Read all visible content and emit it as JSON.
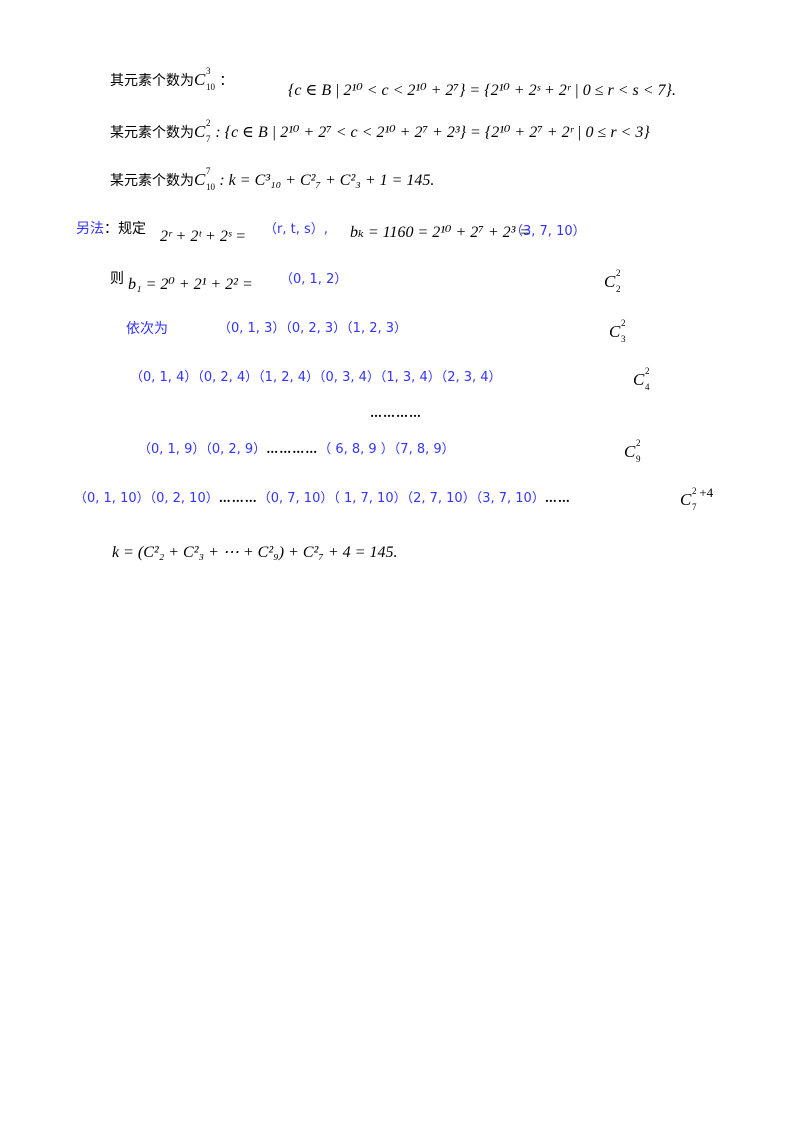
{
  "line1": {
    "lead": "其元素个数为",
    "comb_sup": "3",
    "comb_sub": "10",
    "colon": "：",
    "formula": "{c ∈ B | 2¹⁰ < c < 2¹⁰ + 2⁷} = {2¹⁰   + 2ˢ + 2ʳ | 0 ≤ r < s < 7}."
  },
  "line2": {
    "lead": "某元素个数为",
    "comb_sup": "2",
    "comb_sub": "7",
    "formula": ": {c ∈ B | 2¹⁰ + 2⁷ < c < 2¹⁰ + 2⁷ + 2³} = {2¹⁰ + 2⁷ + 2ʳ | 0 ≤ r < 3}"
  },
  "line3": {
    "lead": "某元素个数为",
    "comb_sup": "7",
    "comb_sub": "10",
    "formula": ": k = C³₁₀ + C²₇ + C²₃ + 1 = 145."
  },
  "line4": {
    "label": "另法",
    "colon": "：",
    "rule": "规定",
    "expr": "2ʳ + 2ᵗ + 2ˢ =",
    "tuple": "（r, t, s）,",
    "bk": "bₖ = 1160 = 2¹⁰ + 2⁷ + 2³ =",
    "bk_tuple": "（3, 7, 10）"
  },
  "line5": {
    "lead": "则",
    "expr": "b₁ = 2⁰ + 2¹ + 2² =",
    "tuple": "（0, 1, 2）",
    "comb_sup": "2",
    "comb_sub": "2"
  },
  "line6": {
    "lead": "依次为",
    "tuples": "（0, 1, 3）（0, 2, 3）（1, 2, 3）",
    "comb_sup": "2",
    "comb_sub": "3"
  },
  "line7": {
    "tuples": "（0, 1, 4）（0, 2, 4）（1, 2, 4）（0, 3, 4）（1, 3, 4）（2, 3, 4）",
    "comb_sup": "2",
    "comb_sub": "4"
  },
  "line8": {
    "dots": "…………"
  },
  "line9": {
    "tuples_a": "（0, 1, 9）（0, 2, 9）",
    "dots": "…………",
    "tuples_b": "（ 6, 8, 9 ）（7, 8, 9）",
    "comb_sup": "2",
    "comb_sub": "9"
  },
  "line10": {
    "tuples_a": "（0, 1, 10）（0, 2, 10）",
    "dots": "………",
    "tuples_b": "（0, 7, 10）（ 1, 7, 10）（2, 7, 10）（3, 7, 10）",
    "dots2": "……",
    "comb_sup": "2",
    "comb_sub": "7",
    "plus": "+4"
  },
  "line11": {
    "formula": "k = (C²₂ + C²₃ + ⋯ + C²₉) + C²₇ + 4 = 145."
  }
}
